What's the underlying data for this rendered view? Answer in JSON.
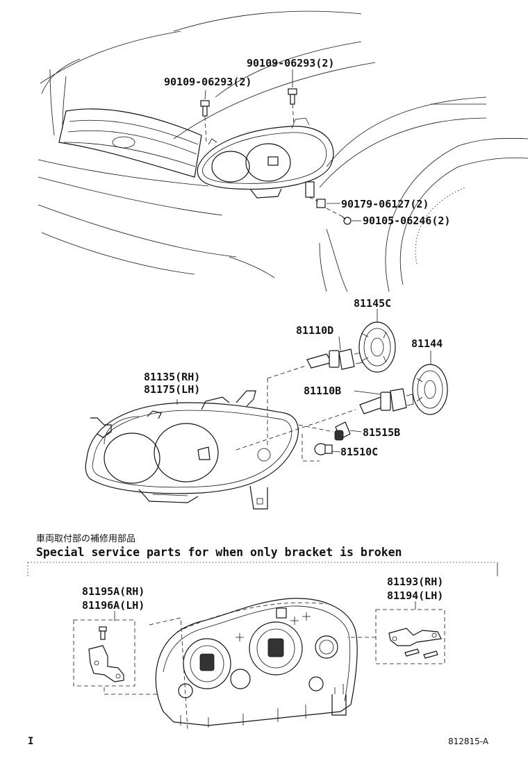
{
  "callouts": {
    "c1": "90109-06293(2)",
    "c2": "90109-06293(2)",
    "c3": "90179-06127(2)",
    "c4": "90105-06246(2)",
    "c5": "81145C",
    "c6": "81110D",
    "c7": "81144",
    "c8a": "81135(RH)",
    "c8b": "81175(LH)",
    "c9": "81110B",
    "c10": "81515B",
    "c11": "81510C",
    "c12a": "81195A(RH)",
    "c12b": "81196A(LH)",
    "c13a": "81193(RH)",
    "c13b": "81194(LH)"
  },
  "section": {
    "title_jp": "車両取付部の補修用部品",
    "title_en": "Special service parts for when only bracket is broken"
  },
  "footer": {
    "left_mark": "I",
    "code": "812815-A"
  }
}
